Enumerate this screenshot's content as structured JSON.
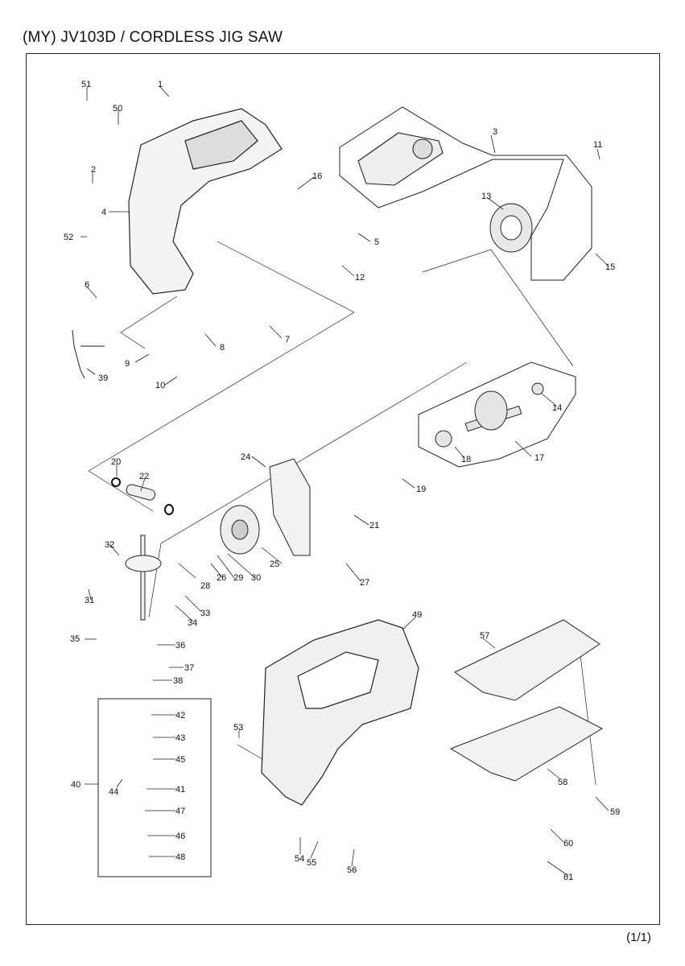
{
  "title": "(MY) JV103D / CORDLESS JIG SAW",
  "page_indicator": "(1/1)",
  "parts": [
    {
      "id": "1",
      "label": "1"
    },
    {
      "id": "2",
      "label": "2"
    },
    {
      "id": "3",
      "label": "3"
    },
    {
      "id": "4",
      "label": "4"
    },
    {
      "id": "5",
      "label": "5"
    },
    {
      "id": "6",
      "label": "6"
    },
    {
      "id": "7",
      "label": "7"
    },
    {
      "id": "8",
      "label": "8"
    },
    {
      "id": "9",
      "label": "9"
    },
    {
      "id": "10",
      "label": "10"
    },
    {
      "id": "11",
      "label": "11"
    },
    {
      "id": "12",
      "label": "12"
    },
    {
      "id": "13",
      "label": "13"
    },
    {
      "id": "14",
      "label": "14"
    },
    {
      "id": "15",
      "label": "15"
    },
    {
      "id": "16",
      "label": "16"
    },
    {
      "id": "17",
      "label": "17"
    },
    {
      "id": "18",
      "label": "18"
    },
    {
      "id": "19",
      "label": "19"
    },
    {
      "id": "20",
      "label": "20"
    },
    {
      "id": "21",
      "label": "21"
    },
    {
      "id": "22",
      "label": "22"
    },
    {
      "id": "24",
      "label": "24"
    },
    {
      "id": "25",
      "label": "25"
    },
    {
      "id": "26",
      "label": "26"
    },
    {
      "id": "27",
      "label": "27"
    },
    {
      "id": "28",
      "label": "28"
    },
    {
      "id": "29",
      "label": "29"
    },
    {
      "id": "30",
      "label": "30"
    },
    {
      "id": "31",
      "label": "31"
    },
    {
      "id": "32",
      "label": "32"
    },
    {
      "id": "33",
      "label": "33"
    },
    {
      "id": "34",
      "label": "34"
    },
    {
      "id": "35",
      "label": "35"
    },
    {
      "id": "36",
      "label": "36"
    },
    {
      "id": "37",
      "label": "37"
    },
    {
      "id": "38",
      "label": "38"
    },
    {
      "id": "39",
      "label": "39"
    },
    {
      "id": "40",
      "label": "40"
    },
    {
      "id": "41",
      "label": "41"
    },
    {
      "id": "42",
      "label": "42"
    },
    {
      "id": "43",
      "label": "43"
    },
    {
      "id": "44",
      "label": "44"
    },
    {
      "id": "45",
      "label": "45"
    },
    {
      "id": "46",
      "label": "46"
    },
    {
      "id": "47",
      "label": "47"
    },
    {
      "id": "48",
      "label": "48"
    },
    {
      "id": "49",
      "label": "49"
    },
    {
      "id": "50",
      "label": "50"
    },
    {
      "id": "51",
      "label": "51"
    },
    {
      "id": "52",
      "label": "52"
    },
    {
      "id": "53",
      "label": "53"
    },
    {
      "id": "54",
      "label": "54"
    },
    {
      "id": "55",
      "label": "55"
    },
    {
      "id": "56",
      "label": "56"
    },
    {
      "id": "57",
      "label": "57"
    },
    {
      "id": "58",
      "label": "58"
    },
    {
      "id": "59",
      "label": "59"
    },
    {
      "id": "60",
      "label": "60"
    },
    {
      "id": "61",
      "label": "61"
    }
  ]
}
